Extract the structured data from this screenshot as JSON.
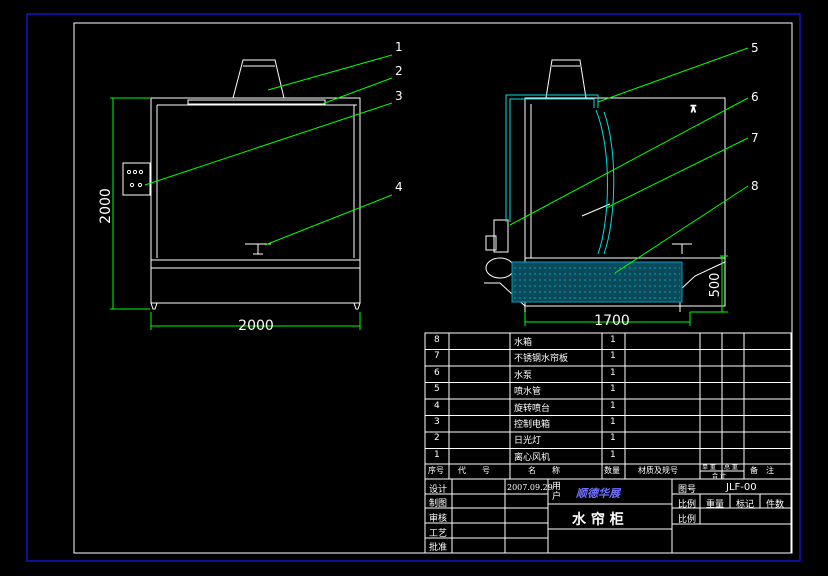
{
  "colors": {
    "background": "#000000",
    "frame": "#1414c8",
    "border": "#ffffff",
    "leader": "#00ff00",
    "dimension": "#00ff00",
    "pipe": "#00e0e0",
    "water": "#00a0c0",
    "title_block": "#ffffff",
    "highlight_text": "#7070ff"
  },
  "front_view": {
    "callouts": [
      "1",
      "2",
      "3",
      "4"
    ],
    "width_dim": "2000",
    "height_dim": "2000"
  },
  "side_view": {
    "callouts": [
      "5",
      "6",
      "7",
      "8"
    ],
    "width_dim": "1700",
    "height_dim": "500"
  },
  "parts_table": {
    "rows": [
      {
        "no": "8",
        "name": "水箱",
        "qty": "1"
      },
      {
        "no": "7",
        "name": "不锈钢水帘板",
        "qty": "1"
      },
      {
        "no": "6",
        "name": "水泵",
        "qty": "1"
      },
      {
        "no": "5",
        "name": "喷水管",
        "qty": "1"
      },
      {
        "no": "4",
        "name": "旋转喷台",
        "qty": "1"
      },
      {
        "no": "3",
        "name": "控制电箱",
        "qty": "1"
      },
      {
        "no": "2",
        "name": "日光灯",
        "qty": "1"
      },
      {
        "no": "1",
        "name": "离心风机",
        "qty": "1"
      }
    ],
    "header": {
      "no": "序号",
      "code": "代　　号",
      "name": "名　　称",
      "qty": "数量",
      "material": "材质及规号",
      "single": "单 重",
      "total": "总 重",
      "unit_label": "合 计",
      "remarks": "备　注"
    }
  },
  "title_block": {
    "design_label": "设计",
    "draw_label": "制图",
    "check_label": "审核",
    "process_label": "工艺",
    "approve_label": "批准",
    "date": "2007.09.29",
    "user_label": "用户",
    "user_value": "顺德华展",
    "product_name": "水 帘 柜",
    "drawing_no_label": "图号",
    "drawing_no": "JLF-00",
    "scale_label": "比例",
    "weight_label": "重量",
    "marks_label": "标记",
    "pieces_label": "件数",
    "scale_label2": "比例"
  }
}
